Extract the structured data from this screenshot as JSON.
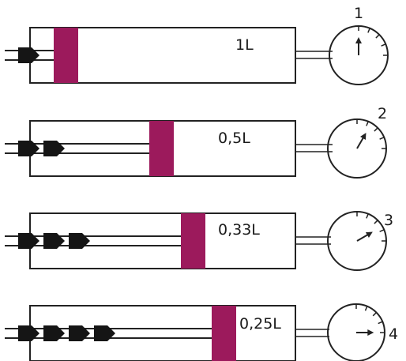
{
  "colors": {
    "piston": "#9c1a5c",
    "outline": "#222222",
    "arrow": "#151515",
    "background": "#ffffff"
  },
  "icons": {
    "push": "arrow-right-icon",
    "gauge": "pressure-gauge-icon"
  },
  "rows": [
    {
      "volume_label": "1L",
      "gauge_number": "1",
      "push_arrows": 1,
      "needle_reading": 1
    },
    {
      "volume_label": "0,5L",
      "gauge_number": "2",
      "push_arrows": 2,
      "needle_reading": 2
    },
    {
      "volume_label": "0,33L",
      "gauge_number": "3",
      "push_arrows": 3,
      "needle_reading": 3
    },
    {
      "volume_label": "0,25L",
      "gauge_number": "4",
      "push_arrows": 4,
      "needle_reading": 4
    }
  ]
}
